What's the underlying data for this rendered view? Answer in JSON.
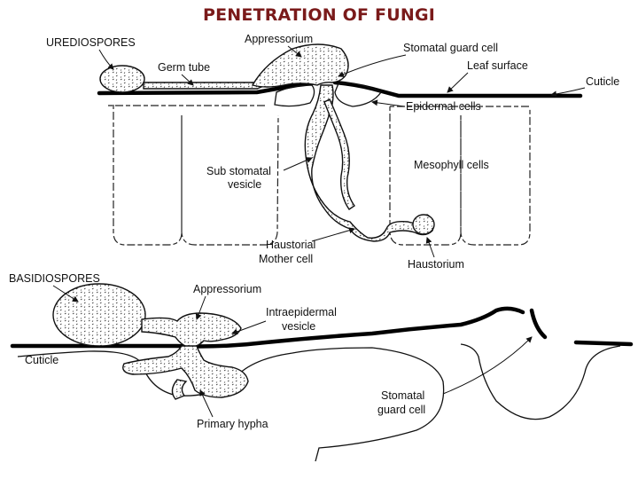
{
  "title": "PENETRATION OF FUNGI",
  "top_panel": {
    "urediospores": "UREDIOSPORES",
    "appressorium": "Appressorium",
    "stomatal_guard_cell": "Stomatal guard cell",
    "germ_tube": "Germ tube",
    "leaf_surface": "Leaf surface",
    "cuticle": "Cuticle",
    "epidermal_cells": "Epidermal cells",
    "sub_stomatal_line1": "Sub stomatal",
    "sub_stomatal_line2": "vesicle",
    "mesophyll_cells": "Mesophyll cells",
    "haustorial_line1": "Haustorial",
    "haustorial_line2": "Mother cell",
    "haustorium": "Haustorium"
  },
  "bottom_panel": {
    "basidiospores": "BASIDIOSPORES",
    "appressorium": "Appressorium",
    "intraepidermal_line1": "Intraepidermal",
    "intraepidermal_line2": "vesicle",
    "cuticle": "Cuticle",
    "stomatal_line1": "Stomatal",
    "stomatal_line2": "guard cell",
    "primary_hypha": "Primary hypha"
  }
}
